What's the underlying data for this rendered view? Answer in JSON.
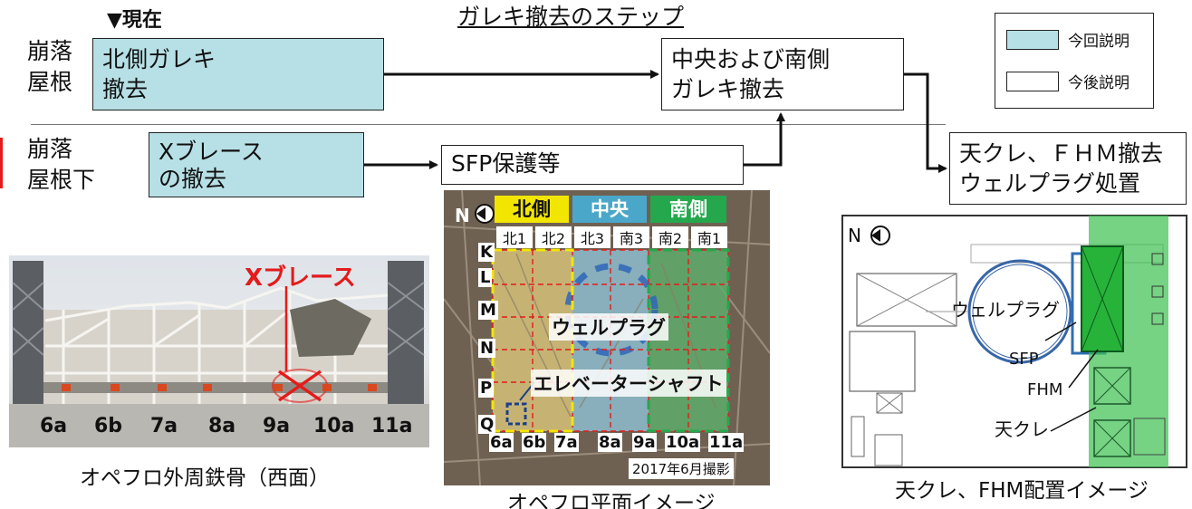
{
  "title": "ガレキ撤去のステップ",
  "current_marker": "▼現在",
  "rows": {
    "roof": "崩落\n屋根",
    "below": "崩落\n屋根下"
  },
  "steps": {
    "north_debris": "北側ガレキ\n撤去",
    "central_south": "中央および南側\nガレキ撤去",
    "xbrace": "Xブレース\nの撤去",
    "sfp": "SFP保護等",
    "crane": "天クレ、ＦＨＭ撤去\nウェルプラグ処置"
  },
  "legend": {
    "current": "今回説明",
    "future": "今後説明",
    "current_color": "#b7e0e6",
    "future_color": "#ffffff"
  },
  "photo1": {
    "label": "Xブレース",
    "axes": [
      "6a",
      "6b",
      "7a",
      "8a",
      "9a",
      "10a",
      "11a"
    ],
    "caption": "オペフロ外周鉄骨（西面）"
  },
  "photo2": {
    "compass": "N",
    "zones": [
      "北側",
      "中央",
      "南側"
    ],
    "zone_colors": [
      "#f2e600",
      "#4aa7c9",
      "#25a84d"
    ],
    "sub": [
      "北1",
      "北2",
      "北3",
      "南3",
      "南2",
      "南1"
    ],
    "rows": [
      "K",
      "L",
      "M",
      "N",
      "P",
      "Q"
    ],
    "axes": [
      "6a",
      "6b",
      "7a",
      "8a",
      "9a",
      "10a",
      "11a"
    ],
    "well_plug": "ウェルプラグ",
    "elevator": "エレベーターシャフト",
    "date": "2017年6月撮影",
    "caption": "オペフロ平面イメージ"
  },
  "diagram": {
    "compass": "N",
    "well_plug": "ウェルプラグ",
    "sfp": "SFP",
    "fhm": "FHM",
    "crane": "天クレ",
    "caption": "天クレ、FHM配置イメージ"
  }
}
